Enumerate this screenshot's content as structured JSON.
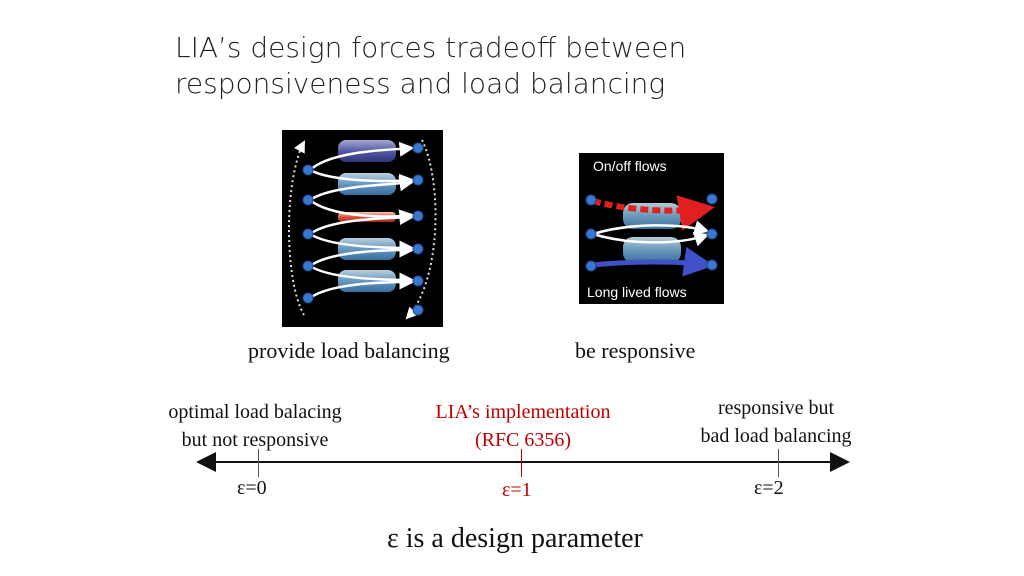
{
  "title": {
    "line1": "LIA’s design forces tradeoff between",
    "line2": "responsiveness and load balancing"
  },
  "figures": {
    "left_caption": "provide load balancing",
    "right_caption": "be responsive",
    "right_top_label": "On/off flows",
    "right_bottom_label": "Long lived flows"
  },
  "axis": {
    "left_label_line1": "optimal load balacing",
    "left_label_line2": "but not responsive",
    "middle_label_line1": "LIA’s implementation",
    "middle_label_line2": "(RFC 6356)",
    "right_label_line1": "responsive but",
    "right_label_line2": "bad load balancing",
    "tick_left": "ε=0",
    "tick_middle": "ε=1",
    "tick_right": "ε=2",
    "highlight_color": "#c00000"
  },
  "footer": "ε is a design parameter"
}
